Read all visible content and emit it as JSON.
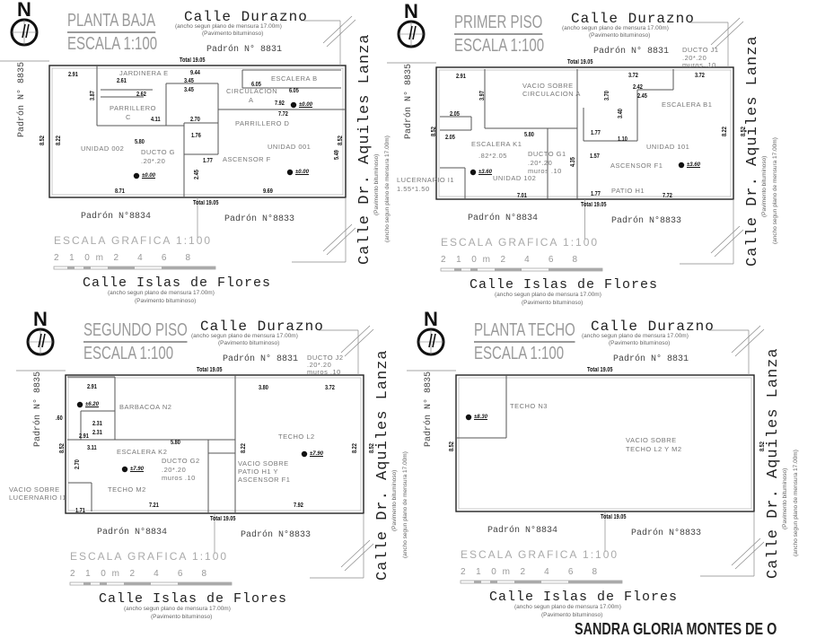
{
  "panels": [
    {
      "title": "PLANTA BAJA",
      "scale": "ESCALA 1:100",
      "compass": "N",
      "street_top": "Calle Durazno",
      "street_top_note1": "(ancho segun plano de mensura 17.00m)",
      "street_top_note2": "(Pavimento bituminoso)",
      "padron_top": "Padrón N° 8831",
      "padron_left": "Padrón N° 8835",
      "padron_bottom_left": "Padrón N°8834",
      "padron_bottom_right": "Padrón N°8833",
      "street_right": "Calle Dr. Aquiles Lanza",
      "street_right_note1": "(Pavimento bituminoso)",
      "street_right_note2": "(ancho segun plano de mensura 17.00m)",
      "scale_graphic": "ESCALA GRAFICA 1:100",
      "scale_ticks": "2  1  0 m  2    4    6    8",
      "street_bottom": "Calle Islas de Flores",
      "street_bottom_note1": "(ancho segun plano de mensura 17.00m)",
      "street_bottom_note2": "(Pavimento bituminoso)",
      "total_top": "Total 19.05",
      "total_bottom": "Total 19.05",
      "labels": [
        "JARDINERA E",
        "ESCALERA B",
        "CIRCULACIÓN",
        "A",
        "PARRILLERO",
        "C",
        "PARRILLERO D",
        "UNIDAD 002",
        "DUCTO G",
        ".20*.20",
        "ASCENSOR F",
        "UNIDAD 001"
      ],
      "dims": [
        "2.91",
        "9.44",
        "6.05",
        "6.05",
        "7.72",
        "7.92",
        "5.80",
        "8.71",
        "9.69",
        "8.52",
        "8.22",
        "8.52",
        "5.49",
        "1.77",
        "1.76",
        "3.45",
        "3.45",
        "2.70",
        "4.11",
        "2.61",
        "2.62",
        "3.87",
        "2.45"
      ],
      "levels": [
        "±0.00",
        "±0.00",
        "±0.00"
      ]
    },
    {
      "title": "PRIMER PISO",
      "scale": "ESCALA 1:100",
      "compass": "N",
      "street_top": "Calle Durazno",
      "street_top_note1": "(ancho segun plano de mensura 17.00m)",
      "street_top_note2": "(Pavimento bituminoso)",
      "padron_top": "Padrón N° 8831",
      "padron_left": "Padrón N° 8835",
      "padron_bottom_left": "Padrón N°8834",
      "padron_bottom_right": "Padrón N°8833",
      "street_right": "Calle Dr. Aquiles Lanza",
      "street_right_note1": "(Pavimento bituminoso)",
      "street_right_note2": "(ancho segun plano de mensura 17.00m)",
      "scale_graphic": "ESCALA GRAFICA 1:100",
      "scale_ticks": "2  1  0 m  2    4    6    8",
      "street_bottom": "Calle Islas de Flores",
      "street_bottom_note1": "(ancho segun plano de mensura 17.00m)",
      "street_bottom_note2": "(Pavimento bituminoso)",
      "total_top": "Total 19.05",
      "total_bottom": "Total 19.05",
      "labels": [
        "VACIO SOBRE",
        "CIRCULACION A",
        "ESCALERA B1",
        "UNIDAD 101",
        "ESCALERA K1",
        ".82*2.05",
        "DUCTO G1",
        ".20*.20",
        "muros .10",
        "ASCENSOR F1",
        "UNIDAD 102",
        "PATIO H1",
        "LUCERNARIO I1",
        "1.55*1.50",
        "DUCTO J1",
        ".20*.20",
        "muros .10"
      ],
      "dims": [
        "2.91",
        "3.72",
        "3.72",
        "5.80",
        "7.01",
        "7.72",
        "1.77",
        "1.77",
        "8.22",
        "8.52",
        "8.52",
        "2.05",
        "2.05",
        "3.97",
        "3.70",
        "3.40",
        "2.42",
        "2.45",
        "1.10",
        "1.57",
        "4.35"
      ],
      "levels": [
        "±3.60",
        "±3.60"
      ]
    },
    {
      "title": "SEGUNDO PISO",
      "scale": "ESCALA 1:100",
      "compass": "N",
      "street_top": "Calle Durazno",
      "street_top_note1": "(ancho segun plano de mensura 17.00m)",
      "street_top_note2": "(Pavimento bituminoso)",
      "padron_top": "Padrón N° 8831",
      "padron_left": "Padrón N° 8835",
      "padron_bottom_left": "Padrón N°8834",
      "padron_bottom_right": "Padrón N°8833",
      "street_right": "Calle Dr. Aquiles Lanza",
      "street_right_note1": "(Pavimento bituminoso)",
      "street_right_note2": "(ancho segun plano de mensura 17.00m)",
      "scale_graphic": "ESCALA GRAFICA 1:100",
      "scale_ticks": "2  1  0 m  2    4    6    8",
      "street_bottom": "Calle Islas de Flores",
      "street_bottom_note1": "(ancho segun plano de mensura 17.00m)",
      "street_bottom_note2": "(Pavimento bituminoso)",
      "total_top": "Total 19.05",
      "total_bottom": "Total 19.05",
      "labels": [
        "BARBACOA N2",
        "ESCALERA K2",
        "DUCTO G2",
        ".20*.20",
        "muros .10",
        "VACIO SOBRE",
        "PATIO H1 Y",
        "ASCENSOR F1",
        "TECHO L2",
        "TECHO M2",
        "VACIO SOBRE",
        "LUCERNARIO I1",
        "DUCTO J2",
        ".20*.20",
        "muros .10"
      ],
      "dims": [
        "2.91",
        "3.80",
        "3.72",
        "5.80",
        "3.11",
        "7.21",
        "7.92",
        "8.52",
        "8.22",
        "8.22",
        "8.52",
        "2.31",
        "2.31",
        "2.91",
        "2.70",
        "1.71",
        ".60"
      ],
      "levels": [
        "±6.20",
        "±7.90",
        "±7.90"
      ]
    },
    {
      "title": "PLANTA TECHO",
      "scale": "ESCALA 1:100",
      "compass": "N",
      "street_top": "Calle Durazno",
      "street_top_note1": "(ancho segun plano de mensura 17.00m)",
      "street_top_note2": "(Pavimento bituminoso)",
      "padron_top": "Padrón N° 8831",
      "padron_left": "Padrón N° 8835",
      "padron_bottom_left": "Padrón N°8834",
      "padron_bottom_right": "Padrón N°8833",
      "street_right": "Calle Dr. Aquiles Lanza",
      "street_right_note1": "(Pavimento bituminoso)",
      "street_right_note2": "(ancho segun plano de mensura 17.00m)",
      "scale_graphic": "ESCALA GRAFICA 1:100",
      "scale_ticks": "2  1  0 m  2    4    6    8",
      "street_bottom": "Calle Islas de Flores",
      "street_bottom_note1": "(ancho segun plano de mensura 17.00m)",
      "street_bottom_note2": "(Pavimento bituminoso)",
      "total_top": "Total 19.05",
      "total_bottom": "Total 19.05",
      "labels": [
        "TECHO N3",
        "VACIO SOBRE",
        "TECHO L2 Y M2"
      ],
      "dims": [
        "8.52",
        "8.52"
      ],
      "levels": [
        "±8.30"
      ]
    }
  ],
  "signature": "SANDRA GLORIA  MONTES DE O"
}
